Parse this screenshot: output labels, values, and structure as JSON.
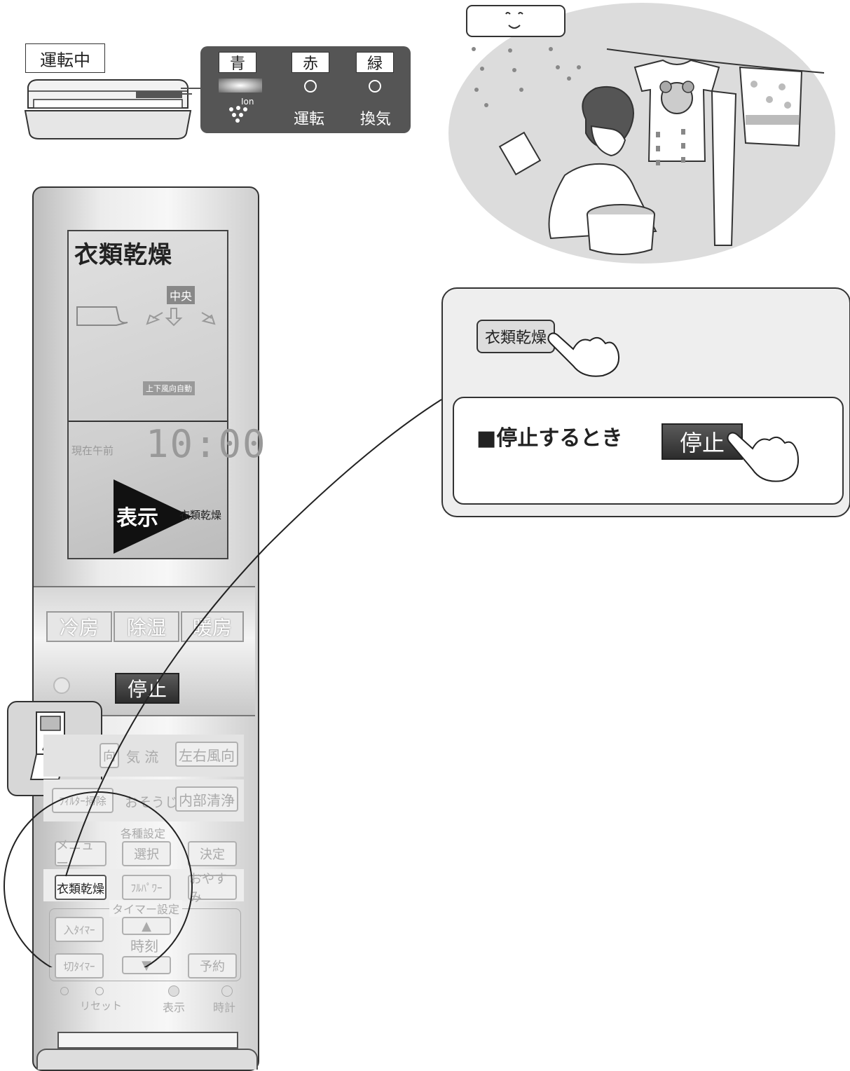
{
  "unit": {
    "status_label": "運転中",
    "lamps": [
      {
        "color_label": "青",
        "name_icon": "ion-icon",
        "name": "Ion"
      },
      {
        "color_label": "赤",
        "name": "運転"
      },
      {
        "color_label": "緑",
        "name": "換気"
      }
    ],
    "ion_superscript": "Ion"
  },
  "remote": {
    "lcd": {
      "mode_title": "衣類乾燥",
      "direction_label": "中央",
      "swing_label": "上下風向自動",
      "time_prefix": "現在午前",
      "time": "10:00",
      "display_callout": "表示",
      "display_mode": "衣類乾燥"
    },
    "mode_buttons": [
      "冷房",
      "除湿",
      "暖房"
    ],
    "stop_button": "停止",
    "rows": {
      "airflow": {
        "left": "向",
        "center": "気 流",
        "right": "左右風向"
      },
      "cleaning": {
        "left": "ﾌｨﾙﾀｰ掃除",
        "center": "おそうじ",
        "right": "内部清浄"
      },
      "settings_title": "各種設定",
      "settings": [
        "メニュー",
        "選択",
        "決定"
      ],
      "functions": [
        "衣類乾燥",
        "ﾌﾙﾊﾟﾜｰ",
        "おやすみ"
      ],
      "timer_title": "タイマー設定",
      "timer_on": "入ﾀｲﾏｰ",
      "timer_off": "切ﾀｲﾏｰ",
      "clock": "時刻",
      "reserve": "予約",
      "bottom": [
        "リセット",
        "表示",
        "時計"
      ]
    }
  },
  "callout": {
    "drying_button": "衣類乾燥",
    "stop_heading": "■停止するとき",
    "stop_button": "停止"
  }
}
